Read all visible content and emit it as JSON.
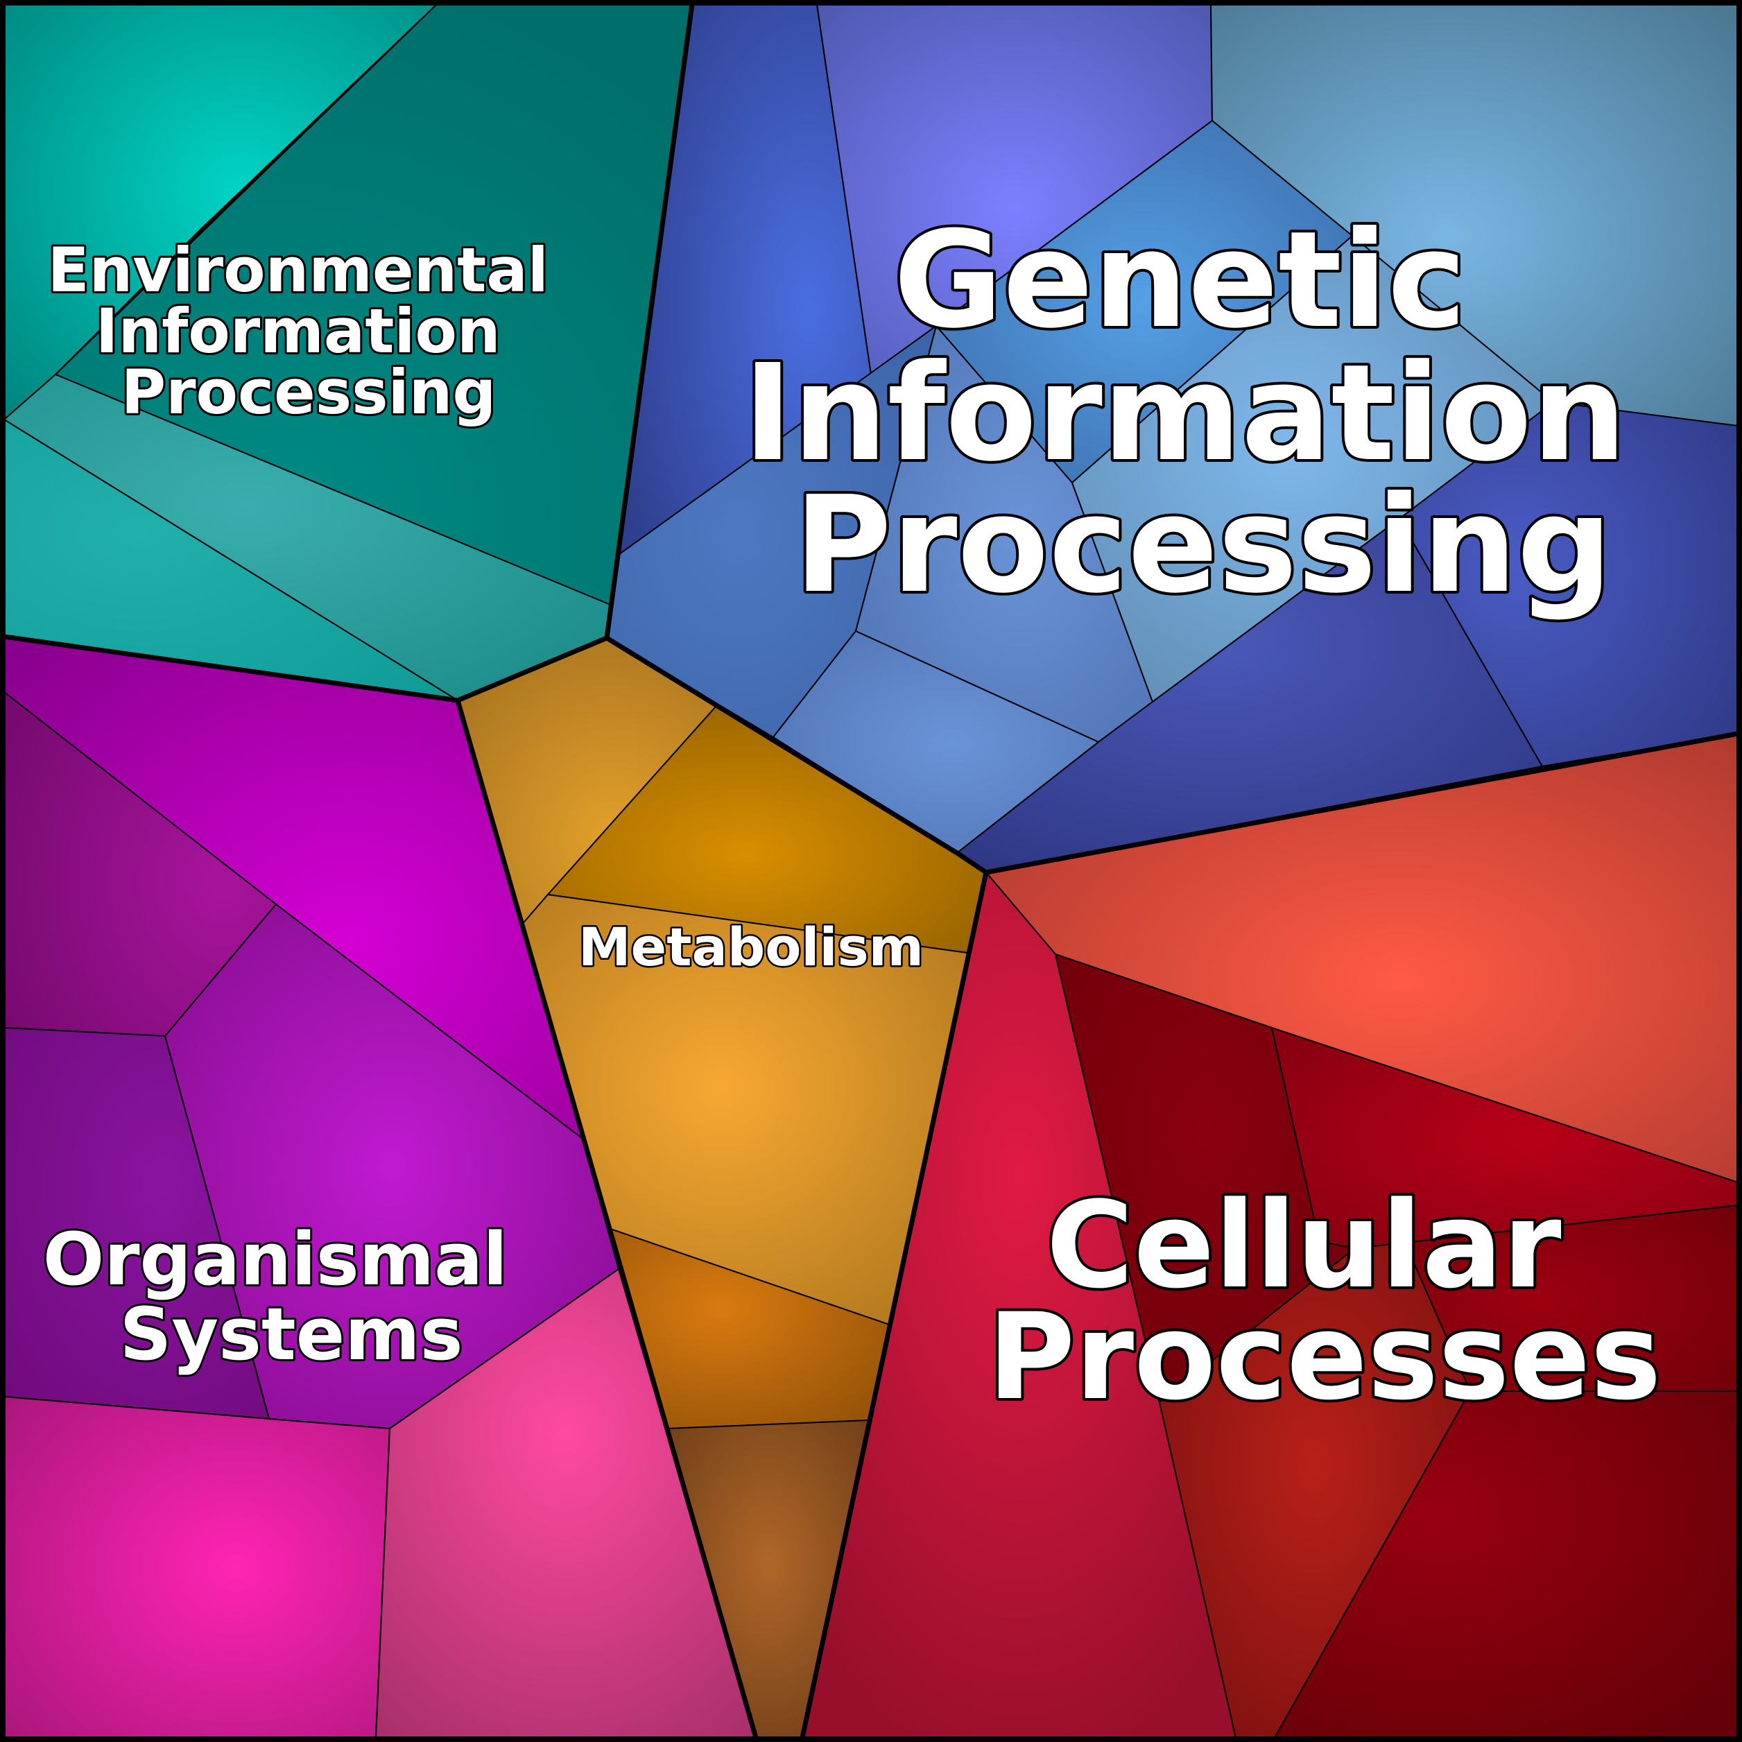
{
  "categories": {
    "environmental": {
      "label_lines": [
        "Environmental",
        "Information",
        "Processing"
      ],
      "colors": {
        "base": "#007a76",
        "highlight": "#00d4c4",
        "mid": "#1aa39b"
      }
    },
    "genetic": {
      "label_lines": [
        "Genetic",
        "Information",
        "Processing"
      ],
      "colors": {
        "base": "#2f3a86",
        "highlight": "#7fb8ee",
        "mid": "#4a78c0",
        "violet": "#6b6ee0"
      }
    },
    "metabolism": {
      "label_lines": [
        "Metabolism"
      ],
      "colors": {
        "base": "#9a6400",
        "highlight": "#f7a832",
        "mid": "#c8892a"
      }
    },
    "organismal": {
      "label_lines": [
        "Organismal",
        "Systems"
      ],
      "colors": {
        "base": "#7a0a7a",
        "highlight": "#d400d4",
        "pink": "#ff2aae"
      }
    },
    "cellular": {
      "label_lines": [
        "Cellular",
        "Processes"
      ],
      "colors": {
        "base": "#6e0010",
        "highlight": "#ff5a44",
        "crimson": "#e01a44"
      }
    }
  },
  "outline_color": "#000000"
}
